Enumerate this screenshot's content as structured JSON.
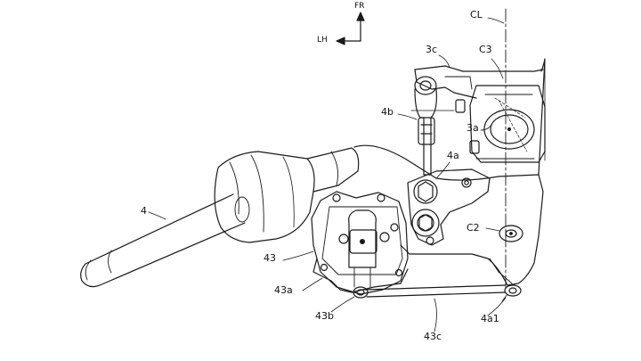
{
  "labels": {
    "fr": "FR",
    "lh": "LH",
    "cl": "CL",
    "l3c": "3c",
    "c3": "C3",
    "l4b": "4b",
    "l3a": "3a",
    "l4a": "4a",
    "l4": "4",
    "c2": "C2",
    "l43": "43",
    "l43a": "43a",
    "l43b": "43b",
    "l43c": "43c",
    "l4a1": "4a1"
  },
  "colors": {
    "line": "#1a1a1a",
    "background": "#ffffff"
  }
}
